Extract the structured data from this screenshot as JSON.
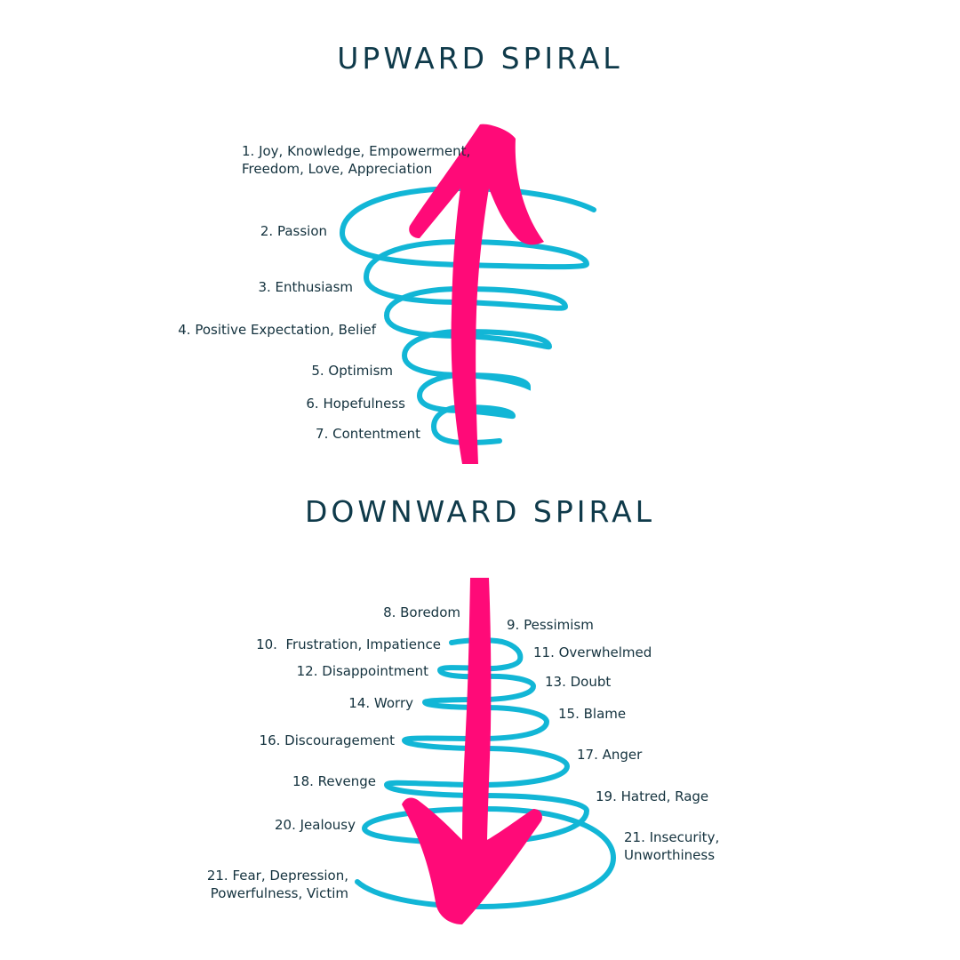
{
  "colors": {
    "spiral": "#12b6d6",
    "arrow": "#ff0a78",
    "text": "#14323e",
    "title": "#0f3a4a"
  },
  "upward": {
    "title": "UPWARD SPIRAL",
    "labels": [
      "1. Joy, Knowledge, Empowerment,\nFreedom, Love, Appreciation",
      "2. Passion",
      "3. Enthusiasm",
      "4. Positive Expectation, Belief",
      "5. Optimism",
      "6. Hopefulness",
      "7. Contentment"
    ]
  },
  "downward": {
    "title": "DOWNWARD SPIRAL",
    "labels": [
      "8. Boredom",
      "9. Pessimism",
      "10.  Frustration, Impatience",
      "11. Overwhelmed",
      "12. Disappointment",
      "13. Doubt",
      "14. Worry",
      "15. Blame",
      "16. Discouragement",
      "17. Anger",
      "18. Revenge",
      "19. Hatred, Rage",
      "20. Jealousy",
      "21. Insecurity,\nUnworthiness",
      "21. Fear, Depression,\nPowerfulness, Victim"
    ]
  }
}
